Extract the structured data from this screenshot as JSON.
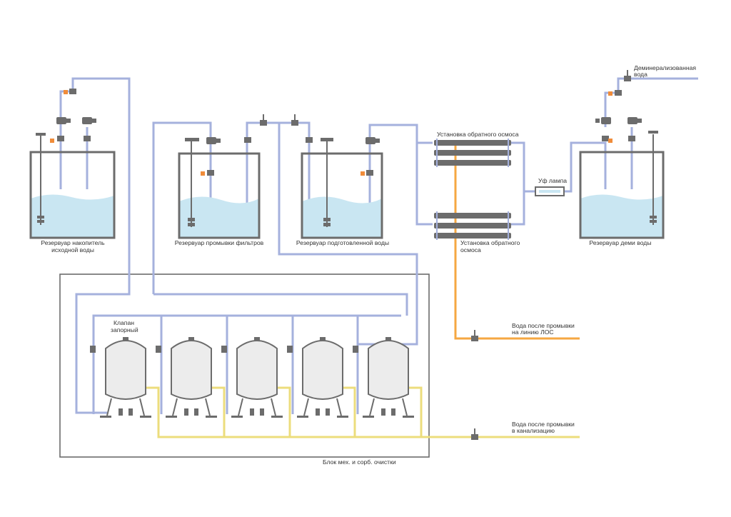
{
  "diagram": {
    "labels": {
      "source_tank": [
        "Резервуар накопитель",
        "исходной воды"
      ],
      "filter_wash_tank": "Резервуар промывки фильтров",
      "prepared_water_tank": "Резервуар подготовленной воды",
      "ro_unit_top": "Установка обратного осмоса",
      "ro_unit_bottom": [
        "Установка обратного",
        "осмоса"
      ],
      "uv_lamp": "Уф лампа",
      "demi_tank": "Резервуар деми воды",
      "demineralized_water": [
        "Деминерализованная",
        "вода"
      ],
      "shutoff_valve": [
        "Клапан",
        "запорный"
      ],
      "to_treatment_line": [
        "Вода после промывки",
        "на линию ЛОС"
      ],
      "to_sewer": [
        "Вода после промывки",
        "в канализацию"
      ],
      "mech_sorb_block": "Блок мех. и сорб. очистки"
    },
    "colors": {
      "water_pipe": "#a5b1dd",
      "concentrate_pipe": "#f5a742",
      "drain_pipe": "#ecdd7c",
      "equipment": "#6c6c6c",
      "sensor": "#f08c3a",
      "water_fill": "#c9e6f2"
    },
    "filter_count": 5
  }
}
